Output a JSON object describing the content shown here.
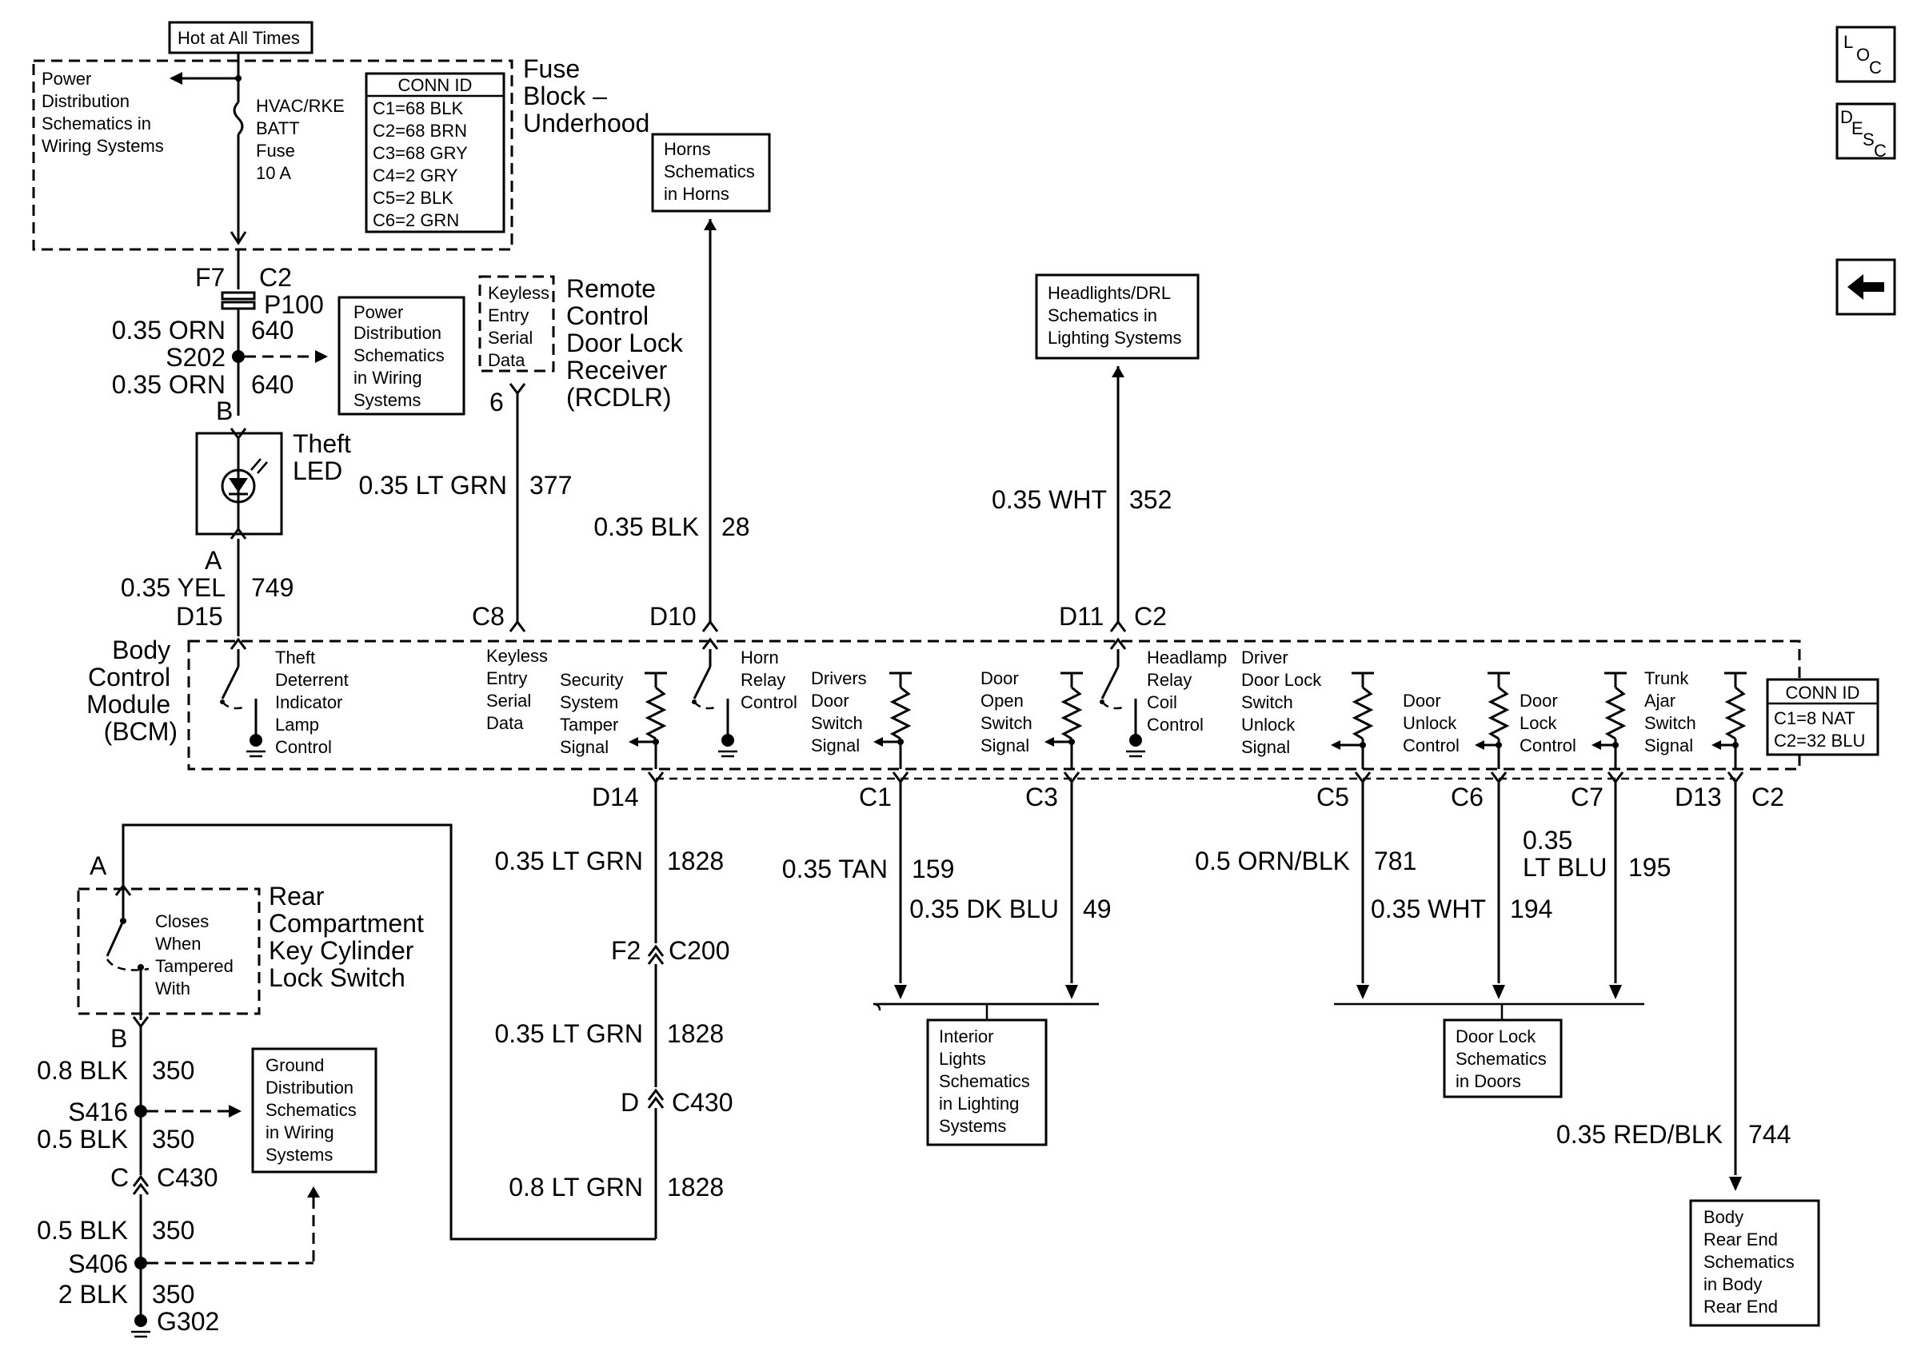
{
  "nav": {
    "loc_icon": "loc-icon",
    "desc_icon": "desc-icon",
    "back_icon": "back-arrow-icon"
  },
  "top": {
    "hot": "Hot at All Times",
    "fuse_block": [
      "Fuse",
      "Block –",
      "Underhood"
    ],
    "pd_ref": [
      "Power",
      "Distribution",
      "Schematics in",
      "Wiring Systems"
    ],
    "fuse_label": [
      "HVAC/RKE",
      "BATT",
      "Fuse",
      "10 A"
    ],
    "conn_title": "CONN ID",
    "conn_items": [
      "C1=68 BLK",
      "C2=68 BRN",
      "C3=68 GRY",
      "C4=2 GRY",
      "C5=2 BLK",
      "C6=2 GRN"
    ]
  },
  "left": {
    "f7": "F7",
    "c2": "C2",
    "p100": "P100",
    "w1_color": "0.35 ORN",
    "w1_num": "640",
    "s202": "S202",
    "w2_color": "0.35 ORN",
    "w2_num": "640",
    "b": "B",
    "pd_ref2": [
      "Power",
      "Distribution",
      "Schematics",
      "in Wiring",
      "Systems"
    ],
    "theft": [
      "Theft",
      "LED"
    ],
    "a": "A",
    "w3_color": "0.35 YEL",
    "w3_num": "749",
    "d15": "D15"
  },
  "rcdlr": {
    "inner": [
      "Keyless",
      "Entry",
      "Serial",
      "Data"
    ],
    "name": [
      "Remote",
      "Control",
      "Door Lock",
      "Receiver",
      "(RCDLR)"
    ],
    "pin": "6",
    "w_color": "0.35 LT GRN",
    "w_num": "377",
    "pin_bcm": "C8"
  },
  "horns": {
    "ref": [
      "Horns",
      "Schematics",
      "in Horns"
    ],
    "w_color": "0.35 BLK",
    "w_num": "28",
    "pin": "D10"
  },
  "headlights": {
    "ref": [
      "Headlights/DRL",
      "Schematics in",
      "Lighting Systems"
    ],
    "w_color": "0.35 WHT",
    "w_num": "352",
    "pin": "D11",
    "conn": "C2"
  },
  "bcm": {
    "name": [
      "Body",
      "Control",
      "Module",
      "(BCM)"
    ],
    "theft_label": [
      "Theft",
      "Deterrent",
      "Indicator",
      "Lamp",
      "Control"
    ],
    "kesd_label": [
      "Keyless",
      "Entry",
      "Serial",
      "Data"
    ],
    "sec_label": [
      "Security",
      "System",
      "Tamper",
      "Signal"
    ],
    "horn_label": [
      "Horn",
      "Relay",
      "Control"
    ],
    "drv_label": [
      "Drivers",
      "Door",
      "Switch",
      "Signal"
    ],
    "open_label": [
      "Door",
      "Open",
      "Switch",
      "Signal"
    ],
    "head_label": [
      "Headlamp",
      "Relay",
      "Coil",
      "Control"
    ],
    "dlsu_label": [
      "Driver",
      "Door Lock",
      "Switch",
      "Unlock",
      "Signal"
    ],
    "unlock_label": [
      "Door",
      "Unlock",
      "Control"
    ],
    "lock_label": [
      "Door",
      "Lock",
      "Control"
    ],
    "trunk_label": [
      "Trunk",
      "Ajar",
      "Switch",
      "Signal"
    ],
    "conn_title": "CONN ID",
    "conn_items": [
      "C1=8 NAT",
      "C2=32 BLU"
    ]
  },
  "bottom": {
    "d14": "D14",
    "lg1_color": "0.35 LT GRN",
    "lg1_num": "1828",
    "f2": "F2",
    "c200": "C200",
    "lg2_color": "0.35 LT GRN",
    "lg2_num": "1828",
    "d": "D",
    "c430": "C430",
    "lg3_color": "0.8 LT GRN",
    "lg3_num": "1828",
    "c1": "C1",
    "tan_color": "0.35 TAN",
    "tan_num": "159",
    "c3": "C3",
    "dkblu_color": "0.35 DK BLU",
    "dkblu_num": "49",
    "interior_ref": [
      "Interior",
      "Lights",
      "Schematics",
      "in Lighting",
      "Systems"
    ],
    "c5": "C5",
    "orn_color": "0.5 ORN/BLK",
    "orn_num": "781",
    "c6": "C6",
    "wht_color": "0.35 WHT",
    "wht_num": "194",
    "c7": "C7",
    "ltblu_color1": "0.35",
    "ltblu_color2": "LT BLU",
    "ltblu_num": "195",
    "doorlock_ref": [
      "Door Lock",
      "Schematics",
      "in Doors"
    ],
    "d13": "D13",
    "c2": "C2",
    "red_color": "0.35 RED/BLK",
    "red_num": "744",
    "body_ref": [
      "Body",
      "Rear End",
      "Schematics",
      "in Body",
      "Rear End"
    ]
  },
  "rear": {
    "a": "A",
    "switch_label": [
      "Closes",
      "When",
      "Tampered",
      "With"
    ],
    "name": [
      "Rear",
      "Compartment",
      "Key Cylinder",
      "Lock Switch"
    ],
    "b": "B",
    "w1_color": "0.8 BLK",
    "w1_num": "350",
    "s416": "S416",
    "w2_color": "0.5 BLK",
    "w2_num": "350",
    "c": "C",
    "c430": "C430",
    "w3_color": "0.5 BLK",
    "w3_num": "350",
    "s406": "S406",
    "w4_color": "2 BLK",
    "w4_num": "350",
    "g302": "G302",
    "gd_ref": [
      "Ground",
      "Distribution",
      "Schematics",
      "in Wiring",
      "Systems"
    ]
  }
}
